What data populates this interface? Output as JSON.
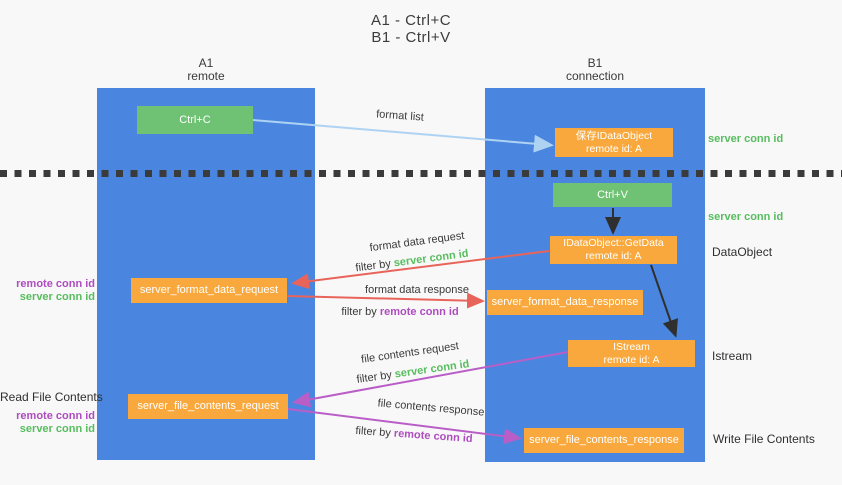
{
  "title": {
    "line1": "A1 - Ctrl+C",
    "line2": "B1 - Ctrl+V"
  },
  "columns": {
    "left": {
      "name": "A1",
      "subtitle": "remote"
    },
    "right": {
      "name": "B1",
      "subtitle": "connection"
    }
  },
  "nodes": {
    "ctrl_c": {
      "label": "Ctrl+C"
    },
    "save_dataobject": {
      "line1": "保存IDataObject",
      "line2": "remote id: A"
    },
    "ctrl_v": {
      "label": "Ctrl+V"
    },
    "getdata": {
      "line1": "IDataObject::GetData",
      "line2": "remote id: A"
    },
    "format_request": {
      "label": "server_format_data_request"
    },
    "format_response": {
      "label": "server_format_data_response"
    },
    "istream": {
      "line1": "IStream",
      "line2": "remote id: A"
    },
    "file_request": {
      "label": "server_file_contents_request"
    },
    "file_response": {
      "label": "server_file_contents_response"
    }
  },
  "arrow_labels": {
    "format_list": "format list",
    "format_data_request": "format data request",
    "format_data_response": "format data response",
    "file_contents_request": "file contents request",
    "file_contents_response": "file contents response",
    "filter_prefix": "filter by ",
    "server_conn_id": "server conn id",
    "remote_conn_id": "remote conn id"
  },
  "side_labels": {
    "right": {
      "server_conn_id_top": "server conn id",
      "server_conn_id_mid": "server conn id",
      "dataobject": "DataObject",
      "istream": "Istream",
      "write_file_contents": "Write File Contents"
    },
    "left": {
      "remote_conn_id_top": "remote conn id",
      "server_conn_id_top": "server conn id",
      "read_file_contents": "Read File Contents",
      "remote_conn_id_bottom": "remote conn id",
      "server_conn_id_bottom": "server conn id"
    }
  },
  "colors": {
    "lane_blue": "#4a86df",
    "box_green": "#6fc273",
    "box_orange": "#f8a83c",
    "arrow_red": "#e8645a",
    "arrow_purple": "#ba5ec7",
    "arrow_light_blue": "#aed3f2",
    "arrow_black": "#2f2f2f",
    "text_green": "#57bd5e",
    "text_purple": "#ae4cc0",
    "divider_dark": "#3b3b3b",
    "background": "#f8f8f8"
  }
}
